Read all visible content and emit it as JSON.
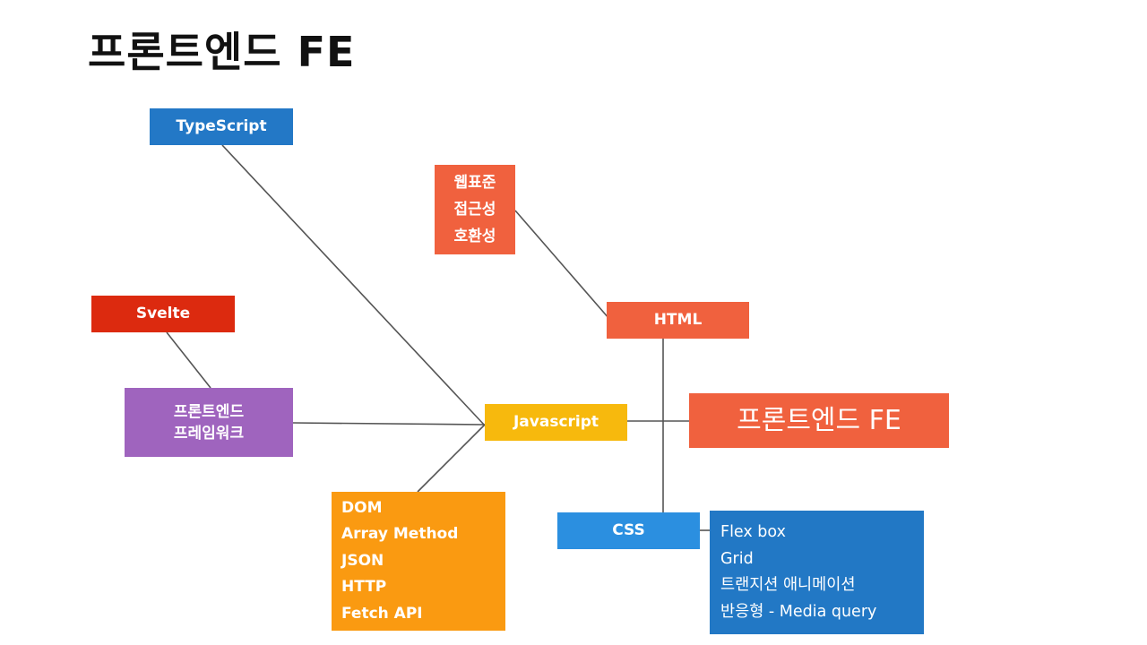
{
  "title": "프론트엔드 FE",
  "nodes": {
    "typescript": "TypeScript",
    "web_standard": [
      "웹표준",
      "접근성",
      "호환성"
    ],
    "svelte": "Svelte",
    "html": "HTML",
    "framework": [
      "프론트엔드",
      "프레임워크"
    ],
    "javascript": "Javascript",
    "fe": "프론트엔드 FE",
    "js_topics": [
      "DOM",
      "Array Method",
      "JSON",
      "HTTP",
      "Fetch API"
    ],
    "css": "CSS",
    "css_topics": [
      "Flex box",
      "Grid",
      "트랜지션 애니메이션",
      "반응형 - Media query"
    ]
  },
  "colors": {
    "typescript": "#2378c6",
    "web_standard": "#f0613e",
    "svelte": "#dc2a0f",
    "html": "#f0613e",
    "framework": "#9f64be",
    "javascript": "#f7b90d",
    "fe": "#f0613e",
    "js_topics": "#fa9a11",
    "css": "#2b8fe0",
    "css_topics": "#2278c5",
    "connector": "#555555"
  }
}
